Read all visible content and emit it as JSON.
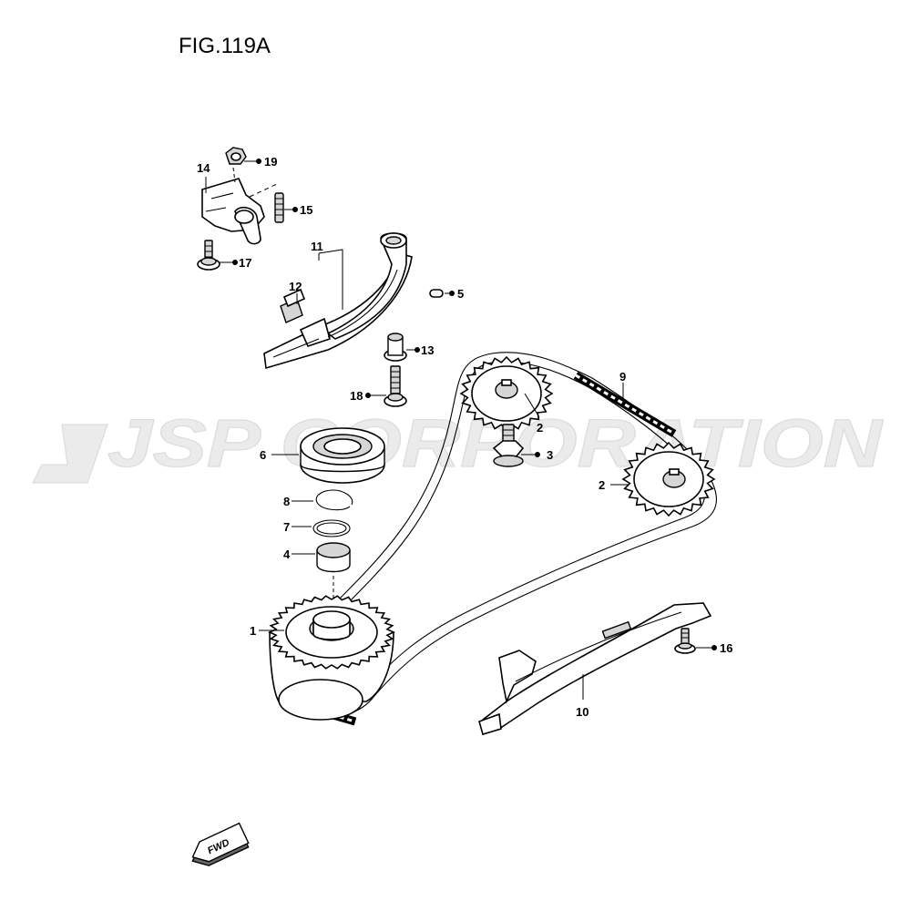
{
  "figure": {
    "title": "FIG.119A"
  },
  "watermark": {
    "text": "JSP CORPORATION"
  },
  "direction_marker": {
    "label": "FWD"
  },
  "callouts": {
    "p1": "1",
    "p2a": "2",
    "p2b": "2",
    "p3": "3",
    "p4": "4",
    "p5": "5",
    "p6": "6",
    "p7": "7",
    "p8": "8",
    "p9": "9",
    "p10": "10",
    "p11": "11",
    "p12": "12",
    "p13": "13",
    "p14": "14",
    "p15": "15",
    "p16": "16",
    "p17": "17",
    "p18": "18",
    "p19": "19"
  }
}
